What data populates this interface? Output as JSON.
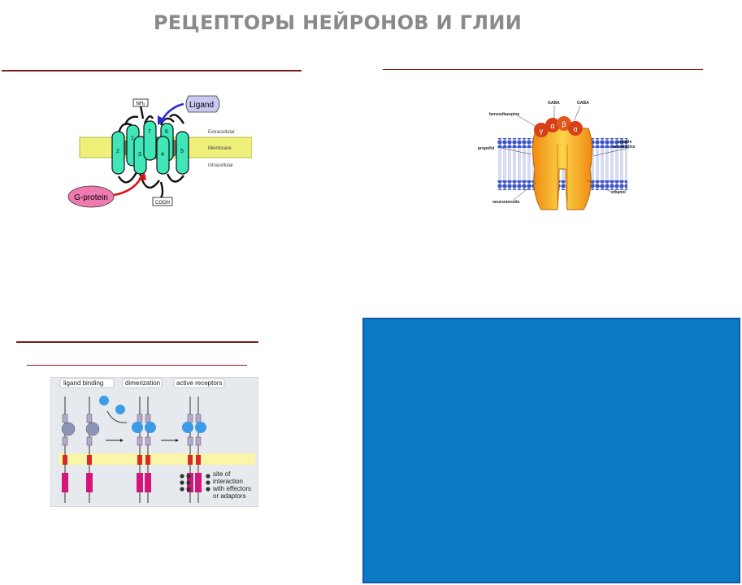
{
  "slide": {
    "title": "РЕЦЕПТОРЫ НЕЙРОНОВ И ГЛИИ"
  },
  "gpcr_diagram": {
    "nh_label": "NH₂",
    "cooh_label": "COOH",
    "ligand_label": "Ligand",
    "gprotein_label": "G-protein",
    "extracellular_label": "Extracellular",
    "membrane_label": "Membrane",
    "intracellular_label": "Intracellular",
    "helices": [
      "1",
      "2",
      "3",
      "4",
      "5",
      "6",
      "7"
    ],
    "colors": {
      "helix": "#3ee6b8",
      "membrane": "#eef07a",
      "ligand_fill": "#c9c9f2",
      "gprotein_fill": "#f07ab0",
      "arrow_blue": "#2a2ad0",
      "arrow_red": "#e01010"
    }
  },
  "gaba_diagram": {
    "gaba_left": "GABA",
    "gaba_right": "GABA",
    "benzodiazepine": "benzodiazepine",
    "propofol": "propofol",
    "volatile": "volatile",
    "anesthetics": "anesthetics",
    "neurosteroids": "neurosteroids",
    "ethanol": "ethanol",
    "subunit_gamma": "γ",
    "subunit_alpha": "α",
    "subunit_beta": "β",
    "subunit_alpha2": "α",
    "colors": {
      "bilayer_head": "#3d55c8",
      "channel": "#f5a623",
      "top": "#d84018"
    }
  },
  "rtk_diagram": {
    "ligand_binding": "ligand binding",
    "dimerization": "dimerization",
    "active_receptors": "active receptors",
    "site_lines": [
      "site of",
      "interaction",
      "with effectors",
      "or adaptors"
    ],
    "colors": {
      "background": "#e6eaee",
      "membrane": "#fbf5a8",
      "kinase": "#d4157a",
      "ligand": "#3b9be6"
    }
  }
}
